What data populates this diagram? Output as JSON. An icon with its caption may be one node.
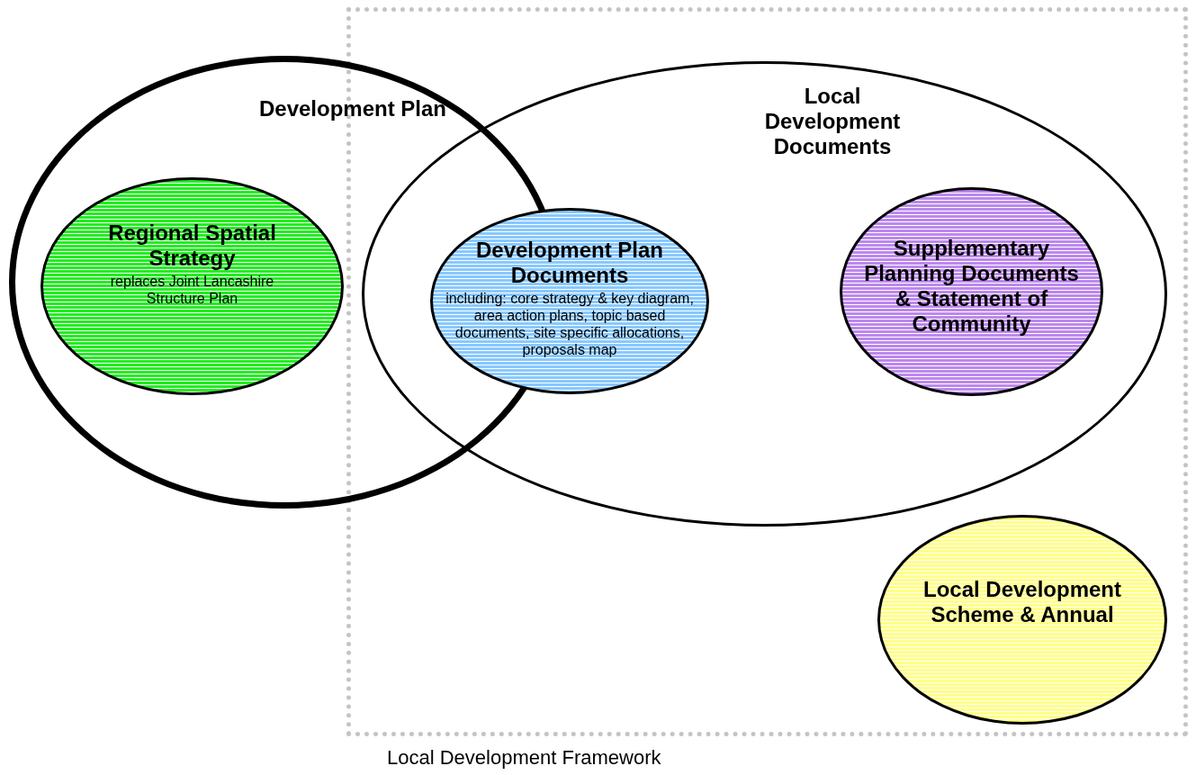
{
  "diagram": {
    "nodes": [
      {
        "text": [
          "Local Development Framework"
        ]
      },
      {
        "text": [
          "Development Plan"
        ]
      },
      {
        "text": [
          "Local Development Documents"
        ],
        "in": 0
      },
      {
        "text": [
          "Regional Spatial Strategy",
          "replaces Joint Lancashire Structure Plan"
        ],
        "in": 1
      },
      {
        "text": [
          "Development Plan Documents",
          "including: core strategy & key diagram, area action plans, topic based documents, site specific allocations, proposals map"
        ],
        "in": 2
      },
      {
        "text": [
          "Supplementary Planning Documents & Statement of Community"
        ],
        "in": 2
      },
      {
        "text": [
          "Local Development Scheme & Annual"
        ],
        "in": 0
      }
    ]
  }
}
